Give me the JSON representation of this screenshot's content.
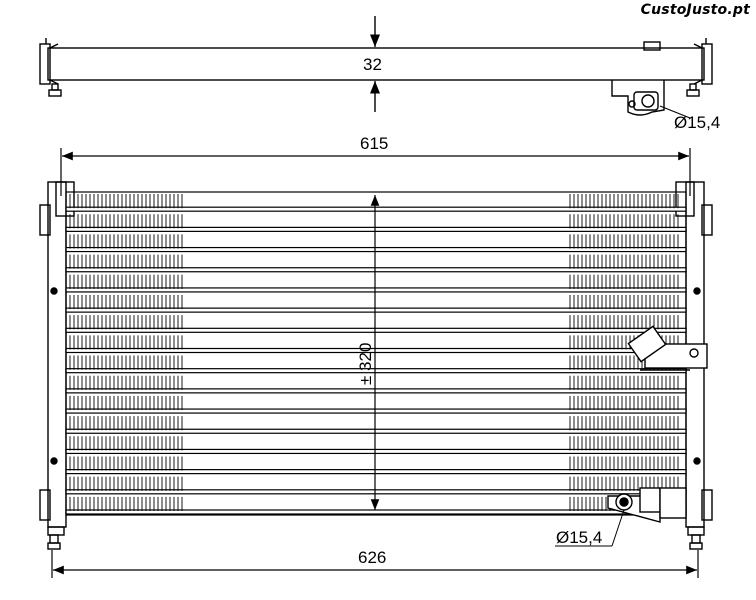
{
  "watermark": {
    "text": "CustoJusto.pt"
  },
  "top_view": {
    "thickness_label": "32",
    "pipe_diameter_label": "Ø15,4"
  },
  "front_view": {
    "core_width_label": "615",
    "core_height_label": "± 320",
    "overall_width_label": "626",
    "pipe_diameter_label": "Ø15,4",
    "tube_count": 16
  },
  "colors": {
    "line": "#000000",
    "background": "#ffffff"
  }
}
